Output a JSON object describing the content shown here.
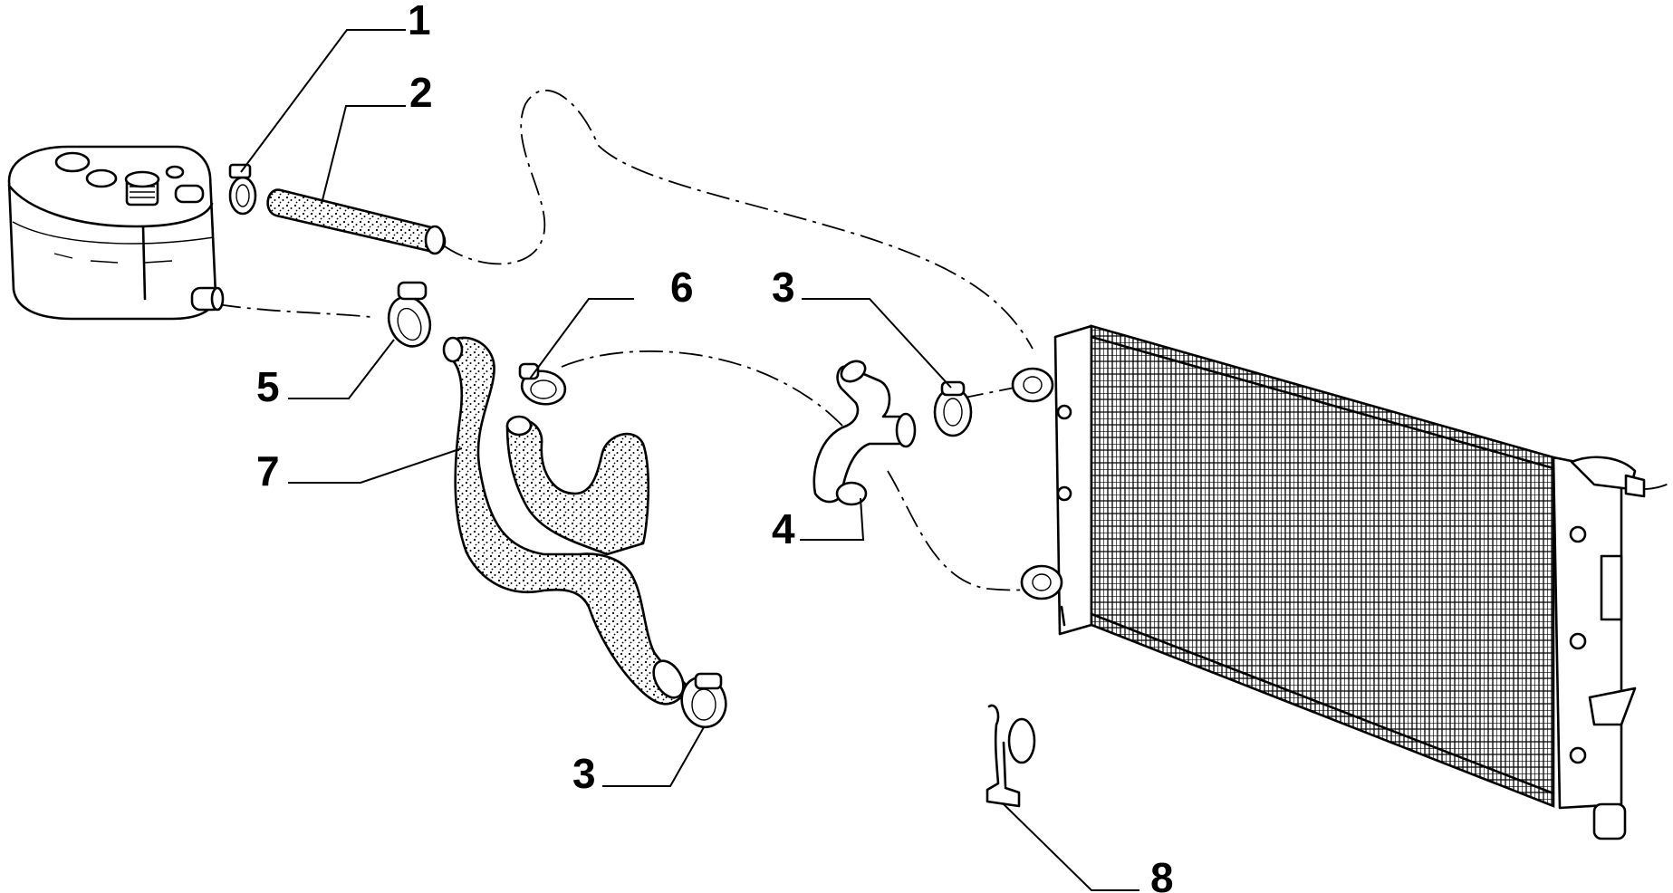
{
  "callouts": [
    {
      "id": "c1",
      "label": "1"
    },
    {
      "id": "c2",
      "label": "2"
    },
    {
      "id": "c3a",
      "label": "3"
    },
    {
      "id": "c3b",
      "label": "3"
    },
    {
      "id": "c4",
      "label": "4"
    },
    {
      "id": "c5",
      "label": "5"
    },
    {
      "id": "c6",
      "label": "6"
    },
    {
      "id": "c7",
      "label": "7"
    },
    {
      "id": "c8",
      "label": "8"
    }
  ]
}
